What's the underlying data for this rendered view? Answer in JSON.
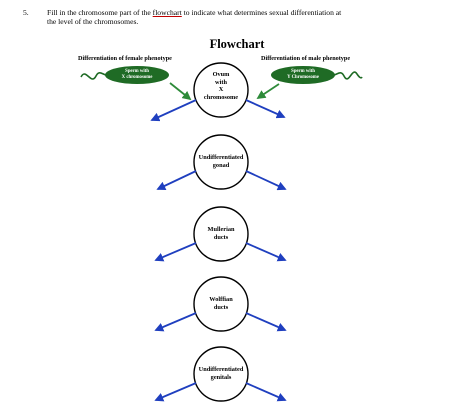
{
  "question": {
    "number": "5.",
    "line1_before": "Fill in the chromosome part of the ",
    "line1_link": "flowchart",
    "line1_after": " to indicate what determines sexual differentiation at",
    "line2": "the level of the chromosomes."
  },
  "title": "Flowchart",
  "left": {
    "label": "Differentiation of female phenotype",
    "sperm_line1": "Sperm with",
    "sperm_line2": "X chromosome"
  },
  "right": {
    "label": "Differentiation of male phenotype",
    "sperm_line1": "Sperm with",
    "sperm_line2": "Y Chromosome"
  },
  "nodes": [
    {
      "line1": "Ovum",
      "line2": "with",
      "line3": "X",
      "line4": "chromosome"
    },
    {
      "line1": "Undifferentiated",
      "line2": "gonad"
    },
    {
      "line1": "Mullerian",
      "line2": "ducts"
    },
    {
      "line1": "Wolffian",
      "line2": "ducts"
    },
    {
      "line1": "Undifferentiated",
      "line2": "genitals"
    }
  ],
  "colors": {
    "arrow_blue": "#1f3fbf",
    "arrow_green": "#2e8b3a",
    "sperm_green": "#1f6b25",
    "link_underline": "#c00000"
  }
}
